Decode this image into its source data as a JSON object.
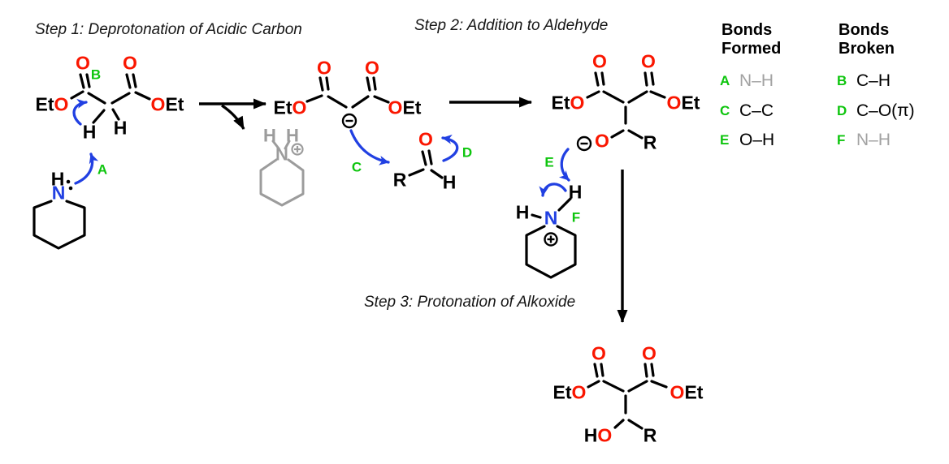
{
  "titles": {
    "step1": "Step 1: Deprotonation of Acidic Carbon",
    "step2": "Step 2: Addition to Aldehyde",
    "step3": "Step 3: Protonation of Alkoxide"
  },
  "molecule_labels": {
    "et": "Et",
    "o": "O",
    "h": "H",
    "n": "N",
    "r": "R"
  },
  "mechanism_labels": {
    "a": "A",
    "b": "B",
    "c": "C",
    "d": "D",
    "e": "E",
    "f": "F"
  },
  "legend": {
    "formed_header_line1": "Bonds",
    "formed_header_line2": "Formed",
    "broken_header_line1": "Bonds",
    "broken_header_line2": "Broken",
    "formed": [
      {
        "key": "A",
        "bond": "N–H"
      },
      {
        "key": "C",
        "bond": "C–C"
      },
      {
        "key": "E",
        "bond": "O–H"
      }
    ],
    "broken": [
      {
        "key": "B",
        "bond": "C–H"
      },
      {
        "key": "D",
        "bond": "C–O(π)"
      },
      {
        "key": "F",
        "bond": "N–H"
      }
    ]
  },
  "colors": {
    "oxygen_red": "#fa1600",
    "nitrogen_blue": "#2140e2",
    "arrow_blue": "#2140e2",
    "label_green": "#0ec50e",
    "spectator_gray": "#9c9c9c",
    "bond_black": "#000000"
  }
}
